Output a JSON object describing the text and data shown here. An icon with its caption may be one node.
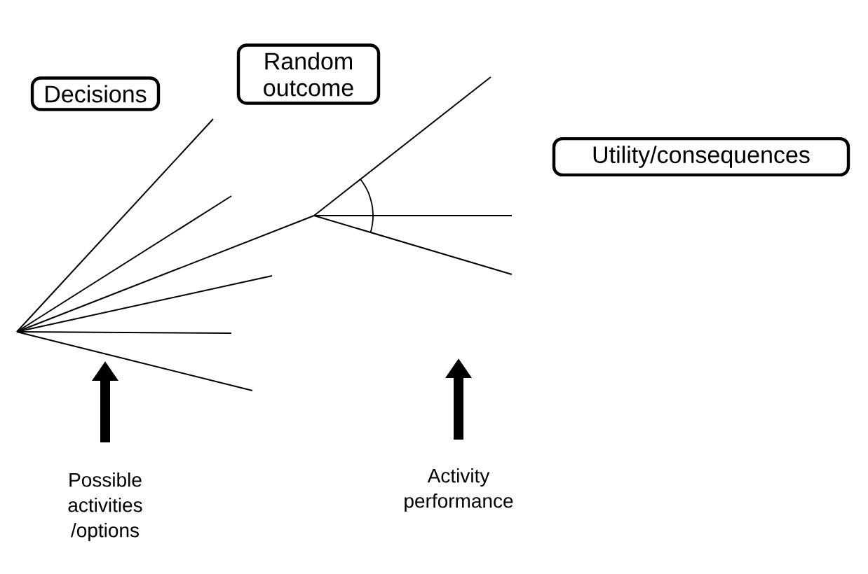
{
  "diagram": {
    "nodes": [
      {
        "text": [
          "Decisions"
        ]
      },
      {
        "text": [
          "Random outcome"
        ]
      },
      {
        "text": [
          "Utility/consequences"
        ]
      },
      {
        "text": [
          "Possible activities /options"
        ]
      },
      {
        "text": [
          "Activity performance"
        ]
      }
    ],
    "edges": [
      {
        "from": 3,
        "to": null,
        "arrow": "to"
      },
      {
        "from": 4,
        "to": null,
        "arrow": "to"
      }
    ]
  }
}
